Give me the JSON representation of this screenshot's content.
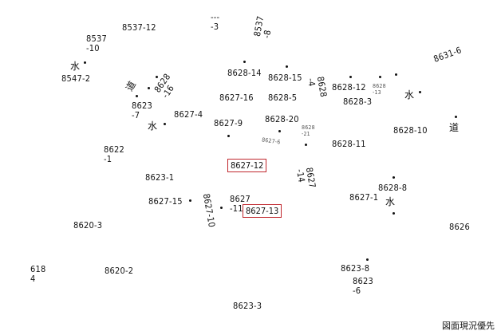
{
  "parcels": {
    "p8537_3": "---\n-3",
    "p8537_12": "8537-12",
    "p8537_10": "8537\n-10",
    "p8547_2": "8547-2",
    "p8628_16": "8628\n-16",
    "p8623_7": "8623\n-7",
    "p8627_4": "8627-4",
    "p8627_16": "8627-16",
    "p8627_9": "8627-9",
    "p8628_14": "8628-14",
    "p8628_15": "8628-15",
    "p8537_8": "8537\n-8",
    "p8628_4": "8628\n-4",
    "p8628_12": "8628-12",
    "p8628_13": "8628\n-13",
    "p8628_3": "8628-3",
    "p8631_6": "8631-6",
    "p8628_5": "8628-5",
    "p8628_20": "8628-20",
    "p8628_21": "8628\n-21",
    "p8627_6": "8627-6",
    "p8628_10": "8628-10",
    "p8628_11": "8628-11",
    "p8622_1": "8622\n-1",
    "p8627_12": "8627-12",
    "p8627_14": "8627\n-14",
    "p8623_1": "8623-1",
    "p8628_8": "8628-8",
    "p8627_1": "8627-1",
    "p8627_15": "8627-15",
    "p8627_10": "8627-10",
    "p8627_11": "8627\n-11",
    "p8627_13": "8627-13",
    "p8620_3": "8620-3",
    "p8626": "8626",
    "p618_4": "618\n4",
    "p8620_2": "8620-2",
    "p8623_8": "8623-8",
    "p8623_6": "8623\n-6",
    "p8623_3": "8623-3"
  },
  "symbols": {
    "water": "水",
    "road": "道"
  },
  "caption": "図面現況優先",
  "highlight_color": "#c0272d"
}
